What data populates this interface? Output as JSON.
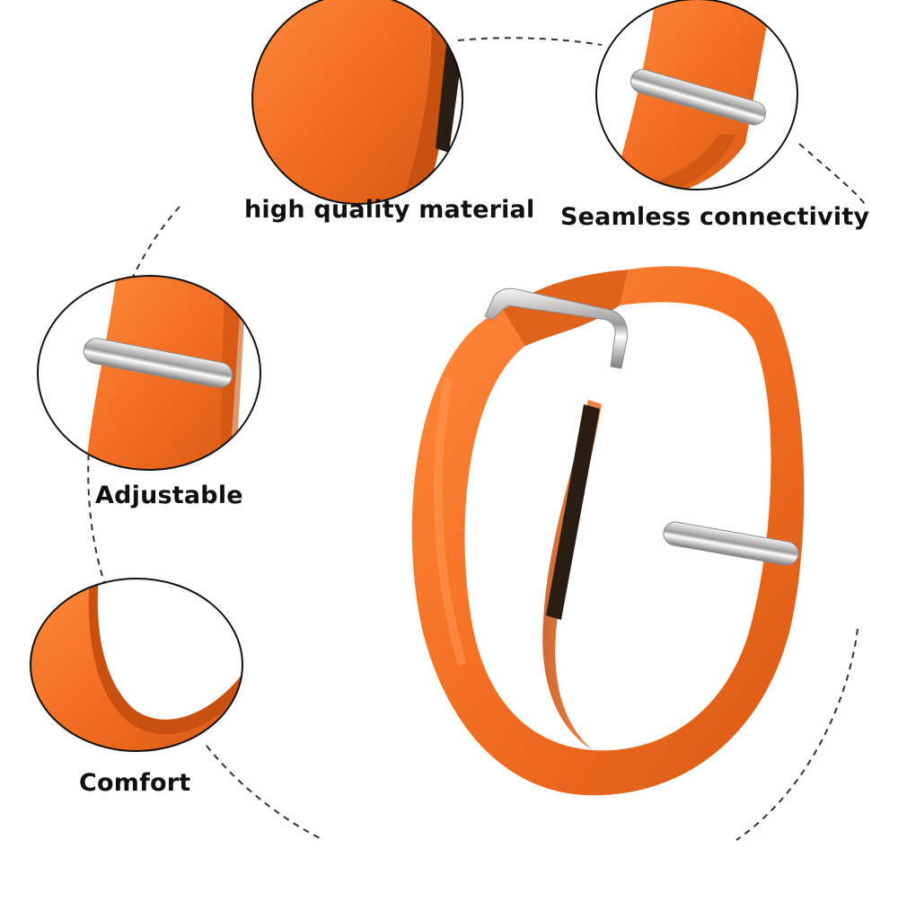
{
  "colors": {
    "band_orange": "#f26e22",
    "band_shadow": "#c9510f",
    "band_highlight": "#ff9a55",
    "buckle_silver": "#d9d9d9",
    "text": "#111111",
    "dashed_line": "#333333"
  },
  "features": [
    {
      "id": "material",
      "label": "high quality material"
    },
    {
      "id": "seamless",
      "label": "Seamless connectivity"
    },
    {
      "id": "adjustable",
      "label": "Adjustable"
    },
    {
      "id": "comfort",
      "label": "Comfort"
    }
  ]
}
